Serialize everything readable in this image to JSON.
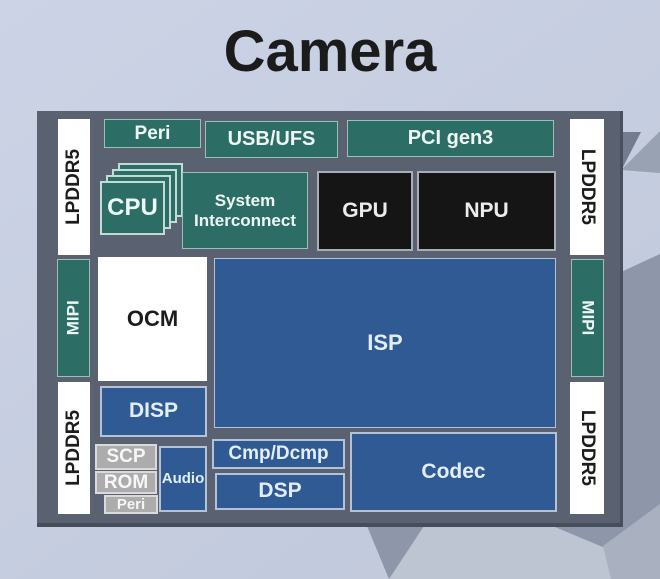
{
  "title": "Camera",
  "colors": {
    "background_top": "#ccd3e6",
    "background_bottom": "#bfc8da",
    "title_color": "#1b1b1b",
    "frame": "#5a6170",
    "frame_shadow": "#464d5b",
    "teal_block": "#2c6e65",
    "teal_border": "#9ebfb8",
    "blue_block": "#2f5a94",
    "blue_border": "#b5c1d4",
    "black_block": "#151515",
    "black_border": "#a9adb5",
    "white_block": "#ffffff",
    "gray_block": "#acacac",
    "gray_border": "#dadada",
    "arrow_gray": "#8d97a9",
    "arrow_light": "#a9b1c1",
    "arrow_faint": "#bdc5d3",
    "arrow_dark": "#737d90"
  },
  "blocks": {
    "lpddr5_left_top": "LPDDR5",
    "lpddr5_left_bottom": "LPDDR5",
    "lpddr5_right_top": "LPDDR5",
    "lpddr5_right_bottom": "LPDDR5",
    "mipi_left": "MIPI",
    "mipi_right": "MIPI",
    "peri_top": "Peri",
    "usb_ufs": "USB/UFS",
    "pci_gen3": "PCI gen3",
    "cpu": "CPU",
    "system_interconnect": "System\nInterconnect",
    "gpu": "GPU",
    "npu": "NPU",
    "ocm": "OCM",
    "isp": "ISP",
    "disp": "DISP",
    "scp": "SCP",
    "rom": "ROM",
    "peri_bottom": "Peri",
    "audio": "Audio",
    "cmp_dcmp": "Cmp/Dcmp",
    "dsp": "DSP",
    "codec": "Codec"
  }
}
